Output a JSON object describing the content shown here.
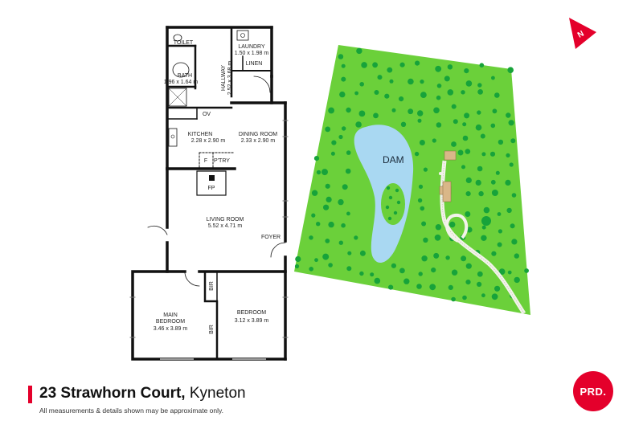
{
  "address": {
    "street": "23 Strawhorn Court,",
    "suburb": "Kyneton"
  },
  "disclaimer": "All measurements & details shown may be approximate only.",
  "brand_logo": "PRD.",
  "north_arrow": "N",
  "rooms": {
    "toilet": {
      "name": "TOILET"
    },
    "laundry": {
      "name": "LAUNDRY",
      "dims": "1.50 x 1.98 m"
    },
    "linen": {
      "name": "LINEN"
    },
    "bath": {
      "name": "BATH",
      "dims": "1.96 x 1.64 m"
    },
    "hallway": {
      "name": "HALLWAY",
      "dims": "2.52 x 3.68 m"
    },
    "oven": {
      "name": "OV"
    },
    "kitchen": {
      "name": "KITCHEN",
      "dims": "2.28 x 2.90 m"
    },
    "dining": {
      "name": "DINING ROOM",
      "dims": "2.33 x 2.90 m"
    },
    "fridge": {
      "name": "F"
    },
    "pantry": {
      "name": "P'TRY"
    },
    "fireplace": {
      "name": "FP"
    },
    "living": {
      "name": "LIVING ROOM",
      "dims": "5.52 x 4.71 m"
    },
    "foyer": {
      "name": "FOYER"
    },
    "bir1": {
      "name": "BIR"
    },
    "bir2": {
      "name": "BIR"
    },
    "main_bedroom": {
      "name1": "MAIN",
      "name2": "BEDROOM",
      "dims": "3.46 x 3.89 m"
    },
    "bedroom": {
      "name": "BEDROOM",
      "dims": "3.12 x 3.89 m"
    }
  },
  "site": {
    "dam_label": "DAM"
  },
  "colors": {
    "grass": "#6bd03a",
    "dot": "#17a33a",
    "water": "#a9d8f2",
    "accent": "#e4002b"
  }
}
